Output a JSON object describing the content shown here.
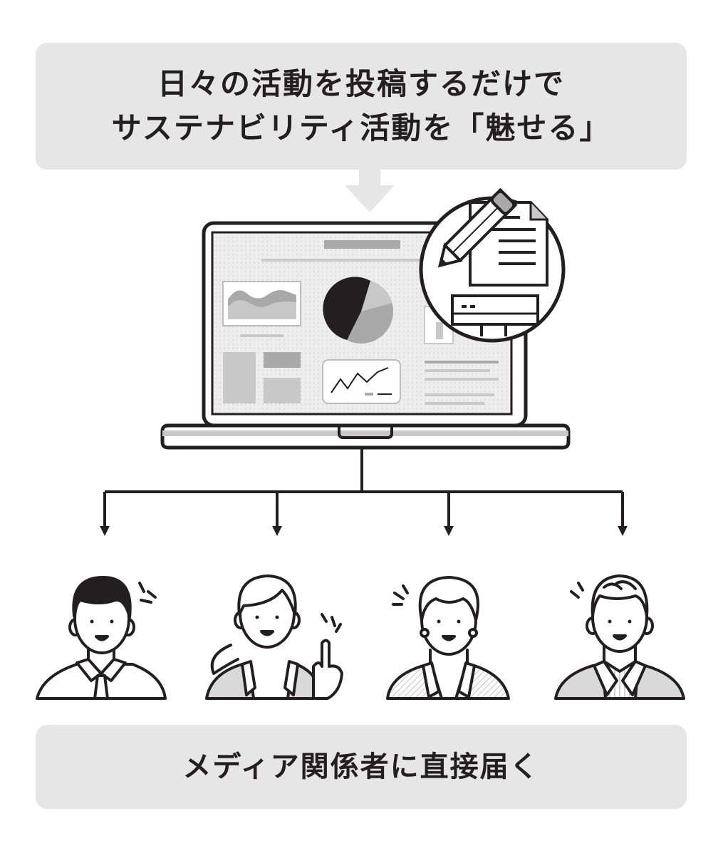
{
  "headline": {
    "line1": "日々の活動を投稿するだけで",
    "line2": "サステナビリティ活動を「魅せる」"
  },
  "footer": {
    "text": "メディア関係者に直接届く"
  },
  "colors": {
    "banner_bg": "#e6e6e6",
    "ink": "#231f20",
    "screen_bg": "#ededed",
    "mid_gray": "#a9a9a9",
    "light_gray": "#c8c8c8"
  },
  "icons": [
    "arrow-down-icon",
    "laptop-icon",
    "document-pencil-icon",
    "pie-chart-icon",
    "line-chart-icon",
    "person-icon"
  ]
}
